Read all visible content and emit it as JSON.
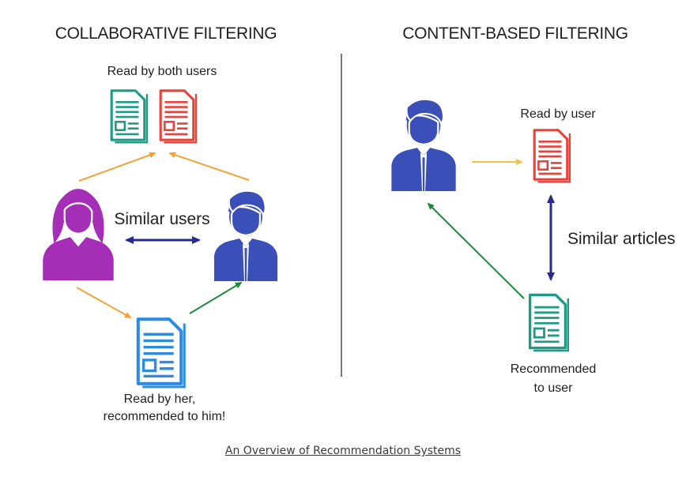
{
  "collaborative": {
    "title": "COLLABORATIVE FILTERING",
    "read_by_both": "Read by both users",
    "similar_users": "Similar users",
    "read_by_her_line1": "Read by her,",
    "read_by_her_line2": "recommended to him!"
  },
  "content_based": {
    "title": "CONTENT-BASED FILTERING",
    "read_by_user": "Read by user",
    "similar_articles": "Similar articles",
    "recommended_line1": "Recommended",
    "recommended_line2": "to user"
  },
  "caption": "An Overview of Recommendation Systems",
  "colors": {
    "teal": "#1e9a85",
    "red": "#e8423b",
    "blue_doc": "#2d8be0",
    "purple": "#a42fb6",
    "navy": "#3b4fb8",
    "arrow_orange": "#f2a33a",
    "arrow_green": "#1c8a3a",
    "arrow_navy": "#2a2a8c",
    "arrow_yellow": "#f5c242",
    "divider": "#555555"
  },
  "icons": [
    "document-icon",
    "woman-user-icon",
    "man-user-icon"
  ]
}
